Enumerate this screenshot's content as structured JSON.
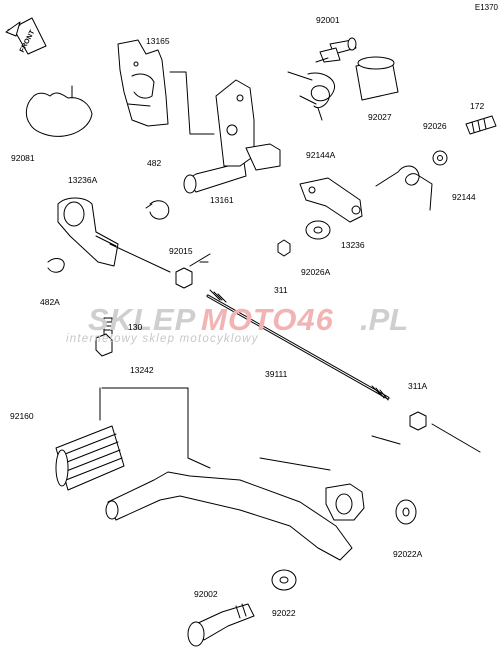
{
  "diagram_code": "E1370",
  "front_marker": "FRONT",
  "watermark": {
    "brand_gray": "SKLEP",
    "brand_red": "MOTO46",
    "brand_suffix": ".PL",
    "tagline": "internetowy sklep motocyklowy",
    "gray_color": "#cfcfcf",
    "red_color": "#f2b3b3"
  },
  "parts": [
    {
      "id": "p13165",
      "label": "13165"
    },
    {
      "id": "p92001",
      "label": "92001"
    },
    {
      "id": "p92027",
      "label": "92027"
    },
    {
      "id": "p172",
      "label": "172"
    },
    {
      "id": "p92026",
      "label": "92026"
    },
    {
      "id": "p92144",
      "label": "92144"
    },
    {
      "id": "p92144a",
      "label": "92144A"
    },
    {
      "id": "p92081",
      "label": "92081"
    },
    {
      "id": "p482",
      "label": "482"
    },
    {
      "id": "p13236a",
      "label": "13236A"
    },
    {
      "id": "p13161",
      "label": "13161"
    },
    {
      "id": "p13236",
      "label": "13236"
    },
    {
      "id": "p92015",
      "label": "92015"
    },
    {
      "id": "p311",
      "label": "311"
    },
    {
      "id": "p92026a",
      "label": "92026A"
    },
    {
      "id": "p482a",
      "label": "482A"
    },
    {
      "id": "p130",
      "label": "130"
    },
    {
      "id": "p39111",
      "label": "39111"
    },
    {
      "id": "p13242",
      "label": "13242"
    },
    {
      "id": "p311a",
      "label": "311A"
    },
    {
      "id": "p92160",
      "label": "92160"
    },
    {
      "id": "p92022a",
      "label": "92022A"
    },
    {
      "id": "p92002",
      "label": "92002"
    },
    {
      "id": "p92022",
      "label": "92022"
    }
  ]
}
